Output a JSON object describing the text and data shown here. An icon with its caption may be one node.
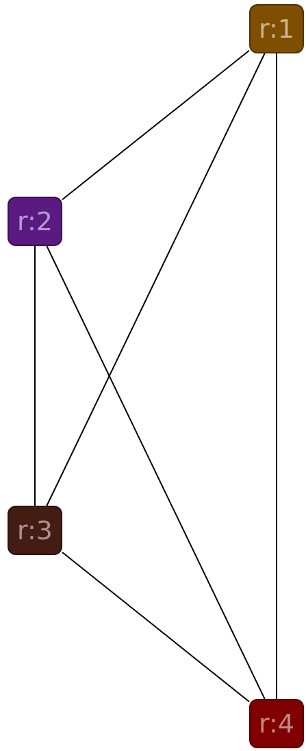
{
  "diagram": {
    "nodes": [
      {
        "text": [
          "r:1"
        ]
      },
      {
        "text": [
          "r:2"
        ]
      },
      {
        "text": [
          "r:3"
        ]
      },
      {
        "text": [
          "r:4"
        ]
      }
    ],
    "edges": [
      {
        "from": 0,
        "to": 1,
        "arrow": "none"
      },
      {
        "from": 0,
        "to": 2,
        "arrow": "none"
      },
      {
        "from": 0,
        "to": 3,
        "arrow": "none"
      },
      {
        "from": 1,
        "to": 2,
        "arrow": "none"
      },
      {
        "from": 1,
        "to": 3,
        "arrow": "none"
      },
      {
        "from": 2,
        "to": 3,
        "arrow": "none"
      }
    ]
  }
}
